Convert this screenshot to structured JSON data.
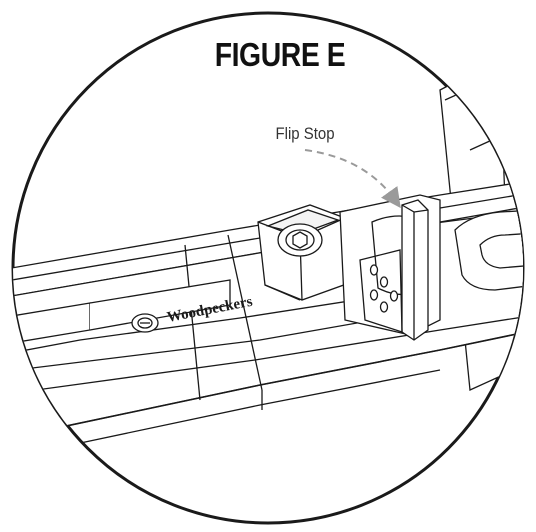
{
  "figure": {
    "title": "FIGURE E",
    "callout_label": "Flip Stop",
    "brand_marking": "Woodpeckers",
    "colors": {
      "line": "#1a1a1a",
      "arrow": "#9a9a9a",
      "background": "#ffffff",
      "shade": "#e6e6e6"
    }
  }
}
